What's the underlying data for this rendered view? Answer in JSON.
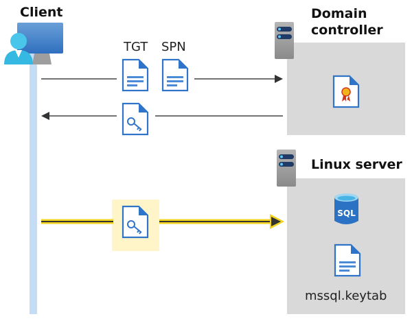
{
  "client": {
    "label": "Client"
  },
  "domain_controller": {
    "label_line1": "Domain",
    "label_line2": "controller"
  },
  "linux_server": {
    "label": "Linux server",
    "keytab_label": "mssql.keytab",
    "sql_label": "SQL"
  },
  "messages": {
    "tgt_label": "TGT",
    "spn_label": "SPN"
  },
  "colors": {
    "lifeline": "#c5dcf7",
    "box": "#d9d9d9",
    "highlight": "#fff5c8",
    "arrow_highlight": "#f2d21b",
    "doc_blue": "#2f74c8"
  }
}
